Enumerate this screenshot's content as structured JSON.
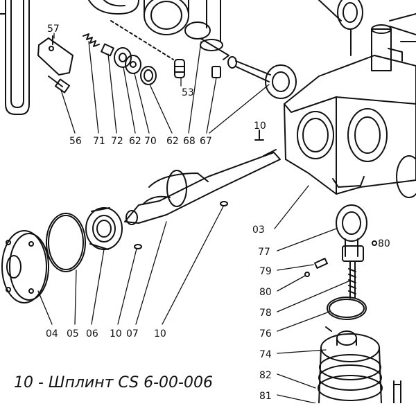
{
  "caption": "10 - Шплинт CS 6-00-006",
  "labels": {
    "p57": "57",
    "p53": "53",
    "p56": "56",
    "p71": "71",
    "p72": "72",
    "p62a": "62",
    "p70": "70",
    "p62b": "62",
    "p68": "68",
    "p67": "67",
    "p10a": "10",
    "p03": "03",
    "p77": "77",
    "p80a": "80",
    "p79": "79",
    "p80b": "80",
    "p78": "78",
    "p76": "76",
    "p74": "74",
    "p82": "82",
    "p81": "81",
    "p04": "04",
    "p05": "05",
    "p06": "06",
    "p10b": "10",
    "p07": "07",
    "p10c": "10"
  }
}
